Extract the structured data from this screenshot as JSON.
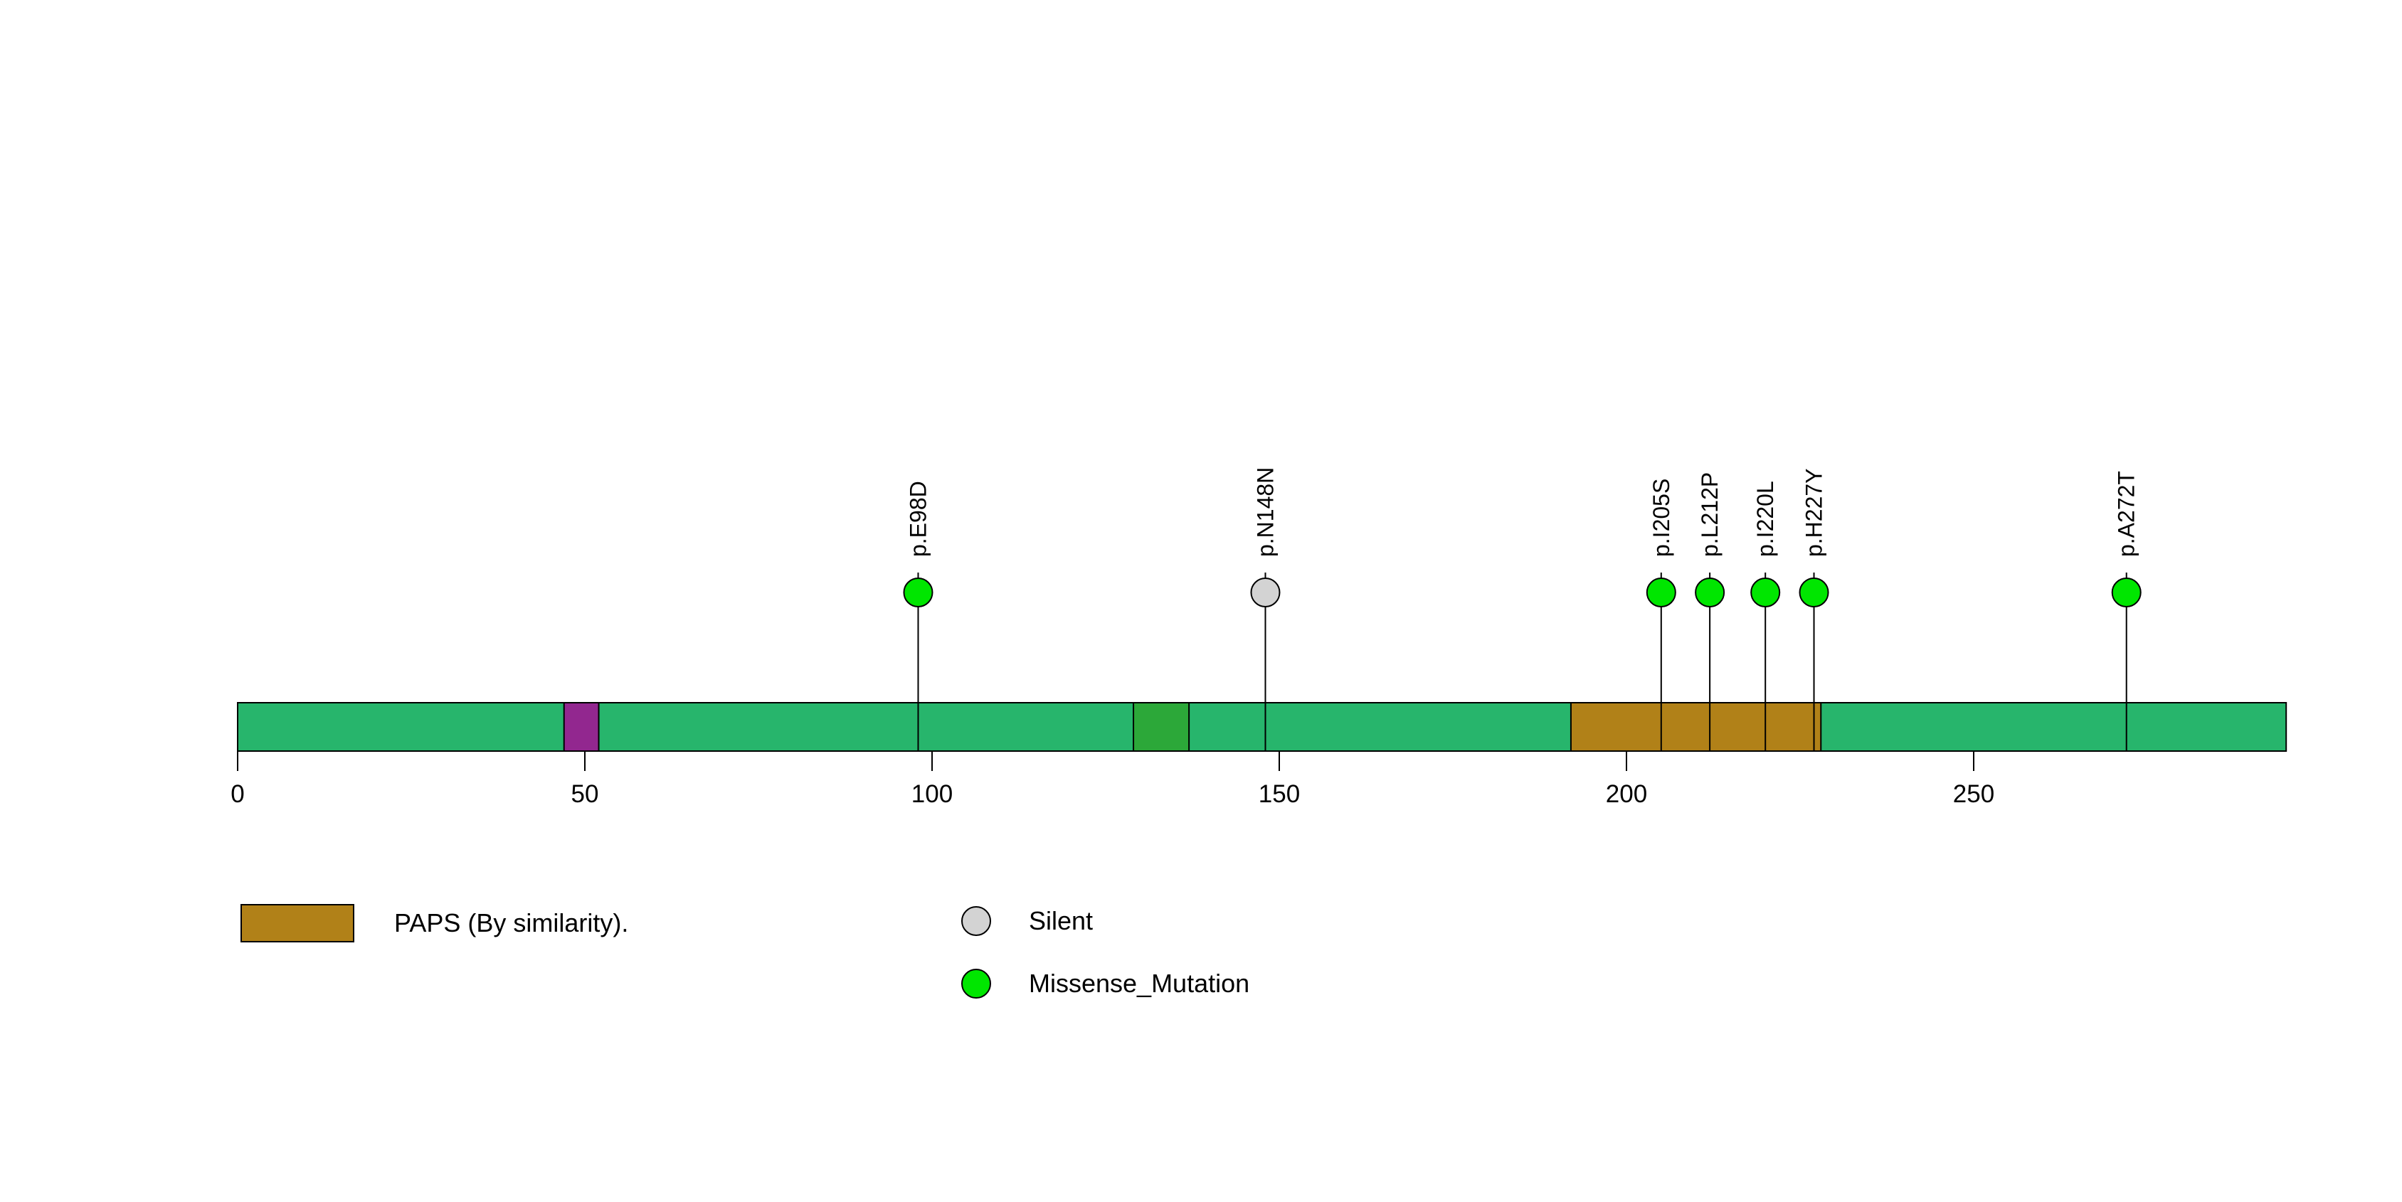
{
  "chart_data": {
    "type": "lollipop",
    "title": "",
    "xlabel": "",
    "background_color": "#FFFFFF",
    "axis": {
      "min": 0,
      "max": 295,
      "ticks": [
        0,
        50,
        100,
        150,
        200,
        250
      ]
    },
    "protein": {
      "start": 0,
      "end": 295,
      "backbone_color": "#27B56C",
      "border_color": "#000000"
    },
    "domains": [
      {
        "name": "segment-1",
        "start": 47,
        "end": 52,
        "color": "#92278F"
      },
      {
        "name": "segment-2",
        "start": 129,
        "end": 137,
        "color": "#2CA839"
      },
      {
        "name": "PAPS",
        "start": 192,
        "end": 228,
        "color": "#B18118"
      }
    ],
    "mutations": [
      {
        "label": "p.E98D",
        "position": 98,
        "type": "Missense_Mutation",
        "color": "#00E600"
      },
      {
        "label": "p.N148N",
        "position": 148,
        "type": "Silent",
        "color": "#D3D3D3"
      },
      {
        "label": "p.I205S",
        "position": 205,
        "type": "Missense_Mutation",
        "color": "#00E600"
      },
      {
        "label": "p.L212P",
        "position": 212,
        "type": "Missense_Mutation",
        "color": "#00E600"
      },
      {
        "label": "p.I220L",
        "position": 220,
        "type": "Missense_Mutation",
        "color": "#00E600"
      },
      {
        "label": "p.H227Y",
        "position": 227,
        "type": "Missense_Mutation",
        "color": "#00E600"
      },
      {
        "label": "p.A272T",
        "position": 272,
        "type": "Missense_Mutation",
        "color": "#00E600"
      }
    ]
  },
  "legend": {
    "domain": {
      "label": "PAPS (By similarity).",
      "color": "#B18118"
    },
    "mutation_types": [
      {
        "label": "Silent",
        "color": "#D3D3D3"
      },
      {
        "label": "Missense_Mutation",
        "color": "#00E600"
      }
    ]
  }
}
